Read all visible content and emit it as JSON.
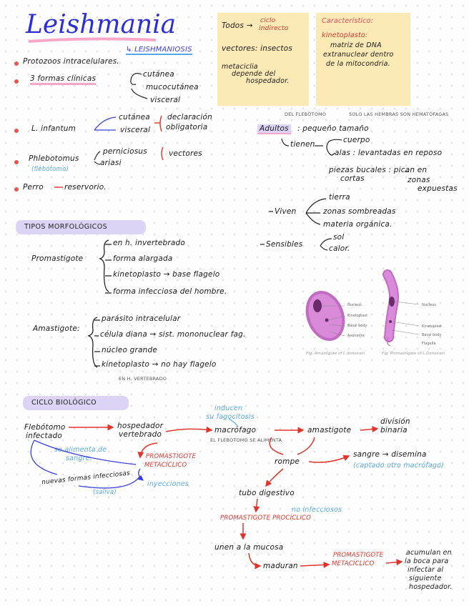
{
  "title": "Leishmania",
  "subtitle": "↳ LEISHMANIOSIS",
  "intro": {
    "b1": "Protozoos intracelulares.",
    "b2_lead": "3 formas clínicas",
    "forms": [
      "cutánea",
      "mucocutánea",
      "visceral"
    ],
    "b3_lead": "L. infantum",
    "inf_forms": [
      "cutánea",
      "visceral"
    ],
    "inf_result": [
      "declaración",
      "obligatoria"
    ],
    "b4_lead": "Phlebotomus",
    "b4_species": [
      "perniciosus",
      "ariasi"
    ],
    "b4_role": "vectores",
    "b4_note": "(flebótomo)",
    "b5_lead": "Perro",
    "b5_role": "reservorio."
  },
  "notes": {
    "note1": {
      "todos": "Todos →",
      "ciclo": [
        "ciclo",
        "indirecto"
      ],
      "vectores": "vectores: insectos",
      "metaciclia": [
        "metaciclia",
        "depende del",
        "hospedador."
      ]
    },
    "note2": {
      "heading": "Característico:",
      "kineto": "kinetoplasto:",
      "desc": [
        "matriz de DNA",
        "extranuclear dentro",
        "de la mitocondria."
      ]
    }
  },
  "flebotomo": {
    "caption_left": "DEL FLEBÓTOMO",
    "caption_right": "SOLO LAS HEMBRAS SON HEMATÓFAGAS",
    "adultos": "Adultos",
    "adultos_desc": ": pequeño tamaño",
    "tienen": "tienen",
    "tienen_items": [
      "cuerpo",
      "alas : levantadas en reposo",
      "piezas bucales : pican en",
      "cortas",
      "zonas",
      "expuestas"
    ],
    "viven": "Viven",
    "viven_items": [
      "tierra",
      "zonas sombreadas",
      "materia orgánica."
    ],
    "sensibles": "Sensibles",
    "sensibles_items": [
      "sol",
      "calor."
    ]
  },
  "tipos": {
    "heading": "TIPOS MORFOLÓGICOS",
    "promastigote": "Promastigote",
    "promastigote_items": [
      "en h. invertebrado",
      "forma alargada",
      "kinetoplasto → base flagelo",
      "forma infecciosa del hombre."
    ],
    "amastigote": "Amastigote:",
    "amastigote_items": [
      "parásito intracelular",
      "célula diana → sist. mononuclear fag.",
      "núcleo grande",
      "kinetoplasto → no hay flagelo"
    ],
    "caption": "EN H. VERTEBRADO"
  },
  "figures": {
    "amastigote_labels": [
      "Nucleus",
      "Kinetoplast",
      "Basal body",
      "Axoneme"
    ],
    "amastigote_caption": "Fig: Amastigote of L.donovani",
    "promastigote_labels": [
      "Nucleus",
      "Kinetoplast",
      "Basal body",
      "Flagella"
    ],
    "promastigote_caption": "Fig: Promastigote of L.Donovani"
  },
  "ciclo": {
    "heading": "CICLO BIOLÓGICO",
    "flebotomo": [
      "Flebótomo",
      "infectado"
    ],
    "hospedador": [
      "hospedador",
      "vertebrado"
    ],
    "se_alimenta": [
      "se alimenta de",
      "sangre."
    ],
    "promastigote_metaciclico": [
      "PROMASTIGOTE",
      "METACÍCLICO"
    ],
    "inyecciones": "inyecciones",
    "inducen": [
      "inducen",
      "su fagocitosis"
    ],
    "macrofago": "macrófago",
    "amastigote": "amastigote",
    "division": [
      "división",
      "binaria"
    ],
    "rompe": "rompe",
    "sangre": "sangre → disemina",
    "captado": "(captado otro macrófago)",
    "el_flebotomo": "EL FLEBOTOMO SE ALIMENTA",
    "nuevo_formas": [
      "nuevas formas infecciosas",
      "(saliva)"
    ],
    "tubo": "tubo digestivo",
    "no_infecciosos": "no infecciosos",
    "promastigote_procíclico": "PROMASTIGOTE PROCÍCLICO",
    "unen": "unen a la mucosa",
    "maduran": "maduran",
    "promastigote_meta2": [
      "PROMASTIGOTE",
      "METACÍCLICO"
    ],
    "acumulan": [
      "acumulan en",
      "la boca para",
      "infectar al",
      "siguiente",
      "hospedador."
    ]
  }
}
